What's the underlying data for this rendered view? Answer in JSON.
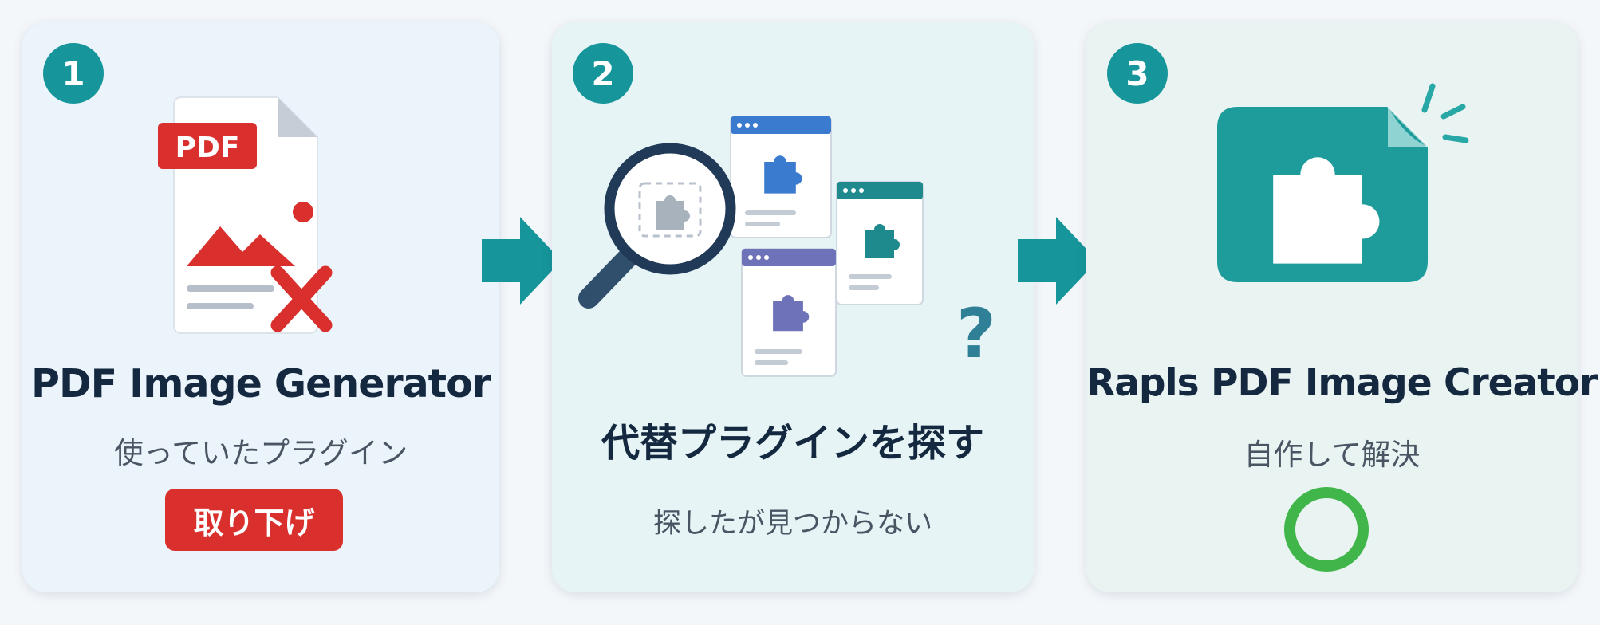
{
  "steps": [
    {
      "number": "1",
      "title": "PDF Image Generator",
      "subtitle": "使っていたプラグイン",
      "status_badge": "取り下げ",
      "pdf_label": "PDF"
    },
    {
      "number": "2",
      "title": "代替プラグインを探す",
      "subtitle": "探したが見つからない",
      "question_mark": "?"
    },
    {
      "number": "3",
      "title": "Rapls PDF Image Creator",
      "subtitle": "自作して解決"
    }
  ],
  "colors": {
    "teal": "#16969a",
    "red": "#d9302d",
    "green": "#3fb54a",
    "navy": "#14283f"
  },
  "icons": {
    "step1": [
      "pdf-file-icon",
      "image-icon",
      "cross-mark-icon"
    ],
    "step2": [
      "magnifier-icon",
      "plugin-card-icon",
      "puzzle-icon",
      "question-mark-icon"
    ],
    "step3": [
      "plugin-app-icon",
      "puzzle-icon",
      "success-circle-icon"
    ],
    "connectors": [
      "arrow-right-icon",
      "arrow-right-icon"
    ]
  }
}
